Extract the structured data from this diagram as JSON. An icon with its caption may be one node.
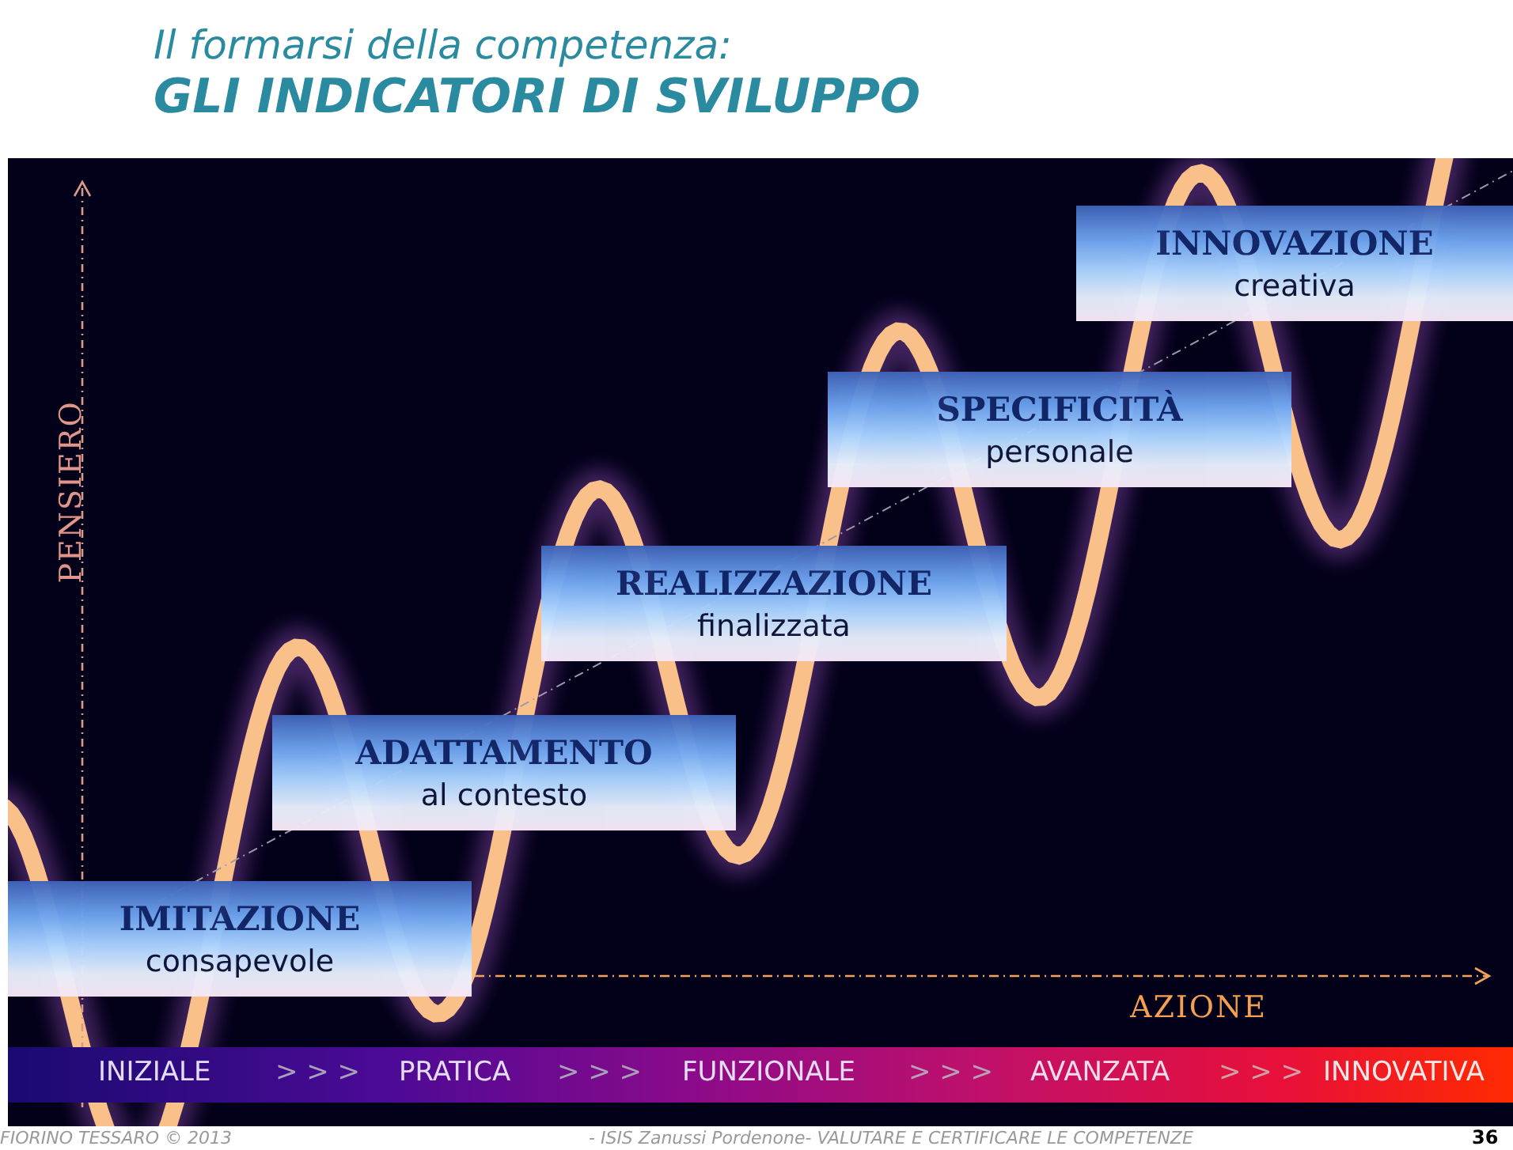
{
  "diagram": {
    "title": "Il formarsi della competenza: GLI INDICATORI DI SVILUPPO",
    "nodes": [
      {
        "text": [
          "IMITAZIONE",
          "consapevole"
        ]
      },
      {
        "text": [
          "ADATTAMENTO",
          "al contesto"
        ]
      },
      {
        "text": [
          "REALIZZAZIONE",
          "finalizzata"
        ]
      },
      {
        "text": [
          "SPECIFICITÀ",
          "personale"
        ]
      },
      {
        "text": [
          "INNOVAZIONE",
          "creativa"
        ]
      }
    ],
    "edges": [],
    "labels": [
      "PENSIERO",
      "AZIONE",
      "INIZIALE",
      "> > >",
      "PRATICA",
      "> > >",
      "FUNZIONALE",
      "> > >",
      "AVANZATA",
      "> > >",
      "INNOVATIVA",
      "FIORINO TESSARO © 2013",
      "- ISIS Zanussi Pordenone- VALUTARE E CERTIFICARE LE COMPETENZE",
      "36"
    ]
  }
}
